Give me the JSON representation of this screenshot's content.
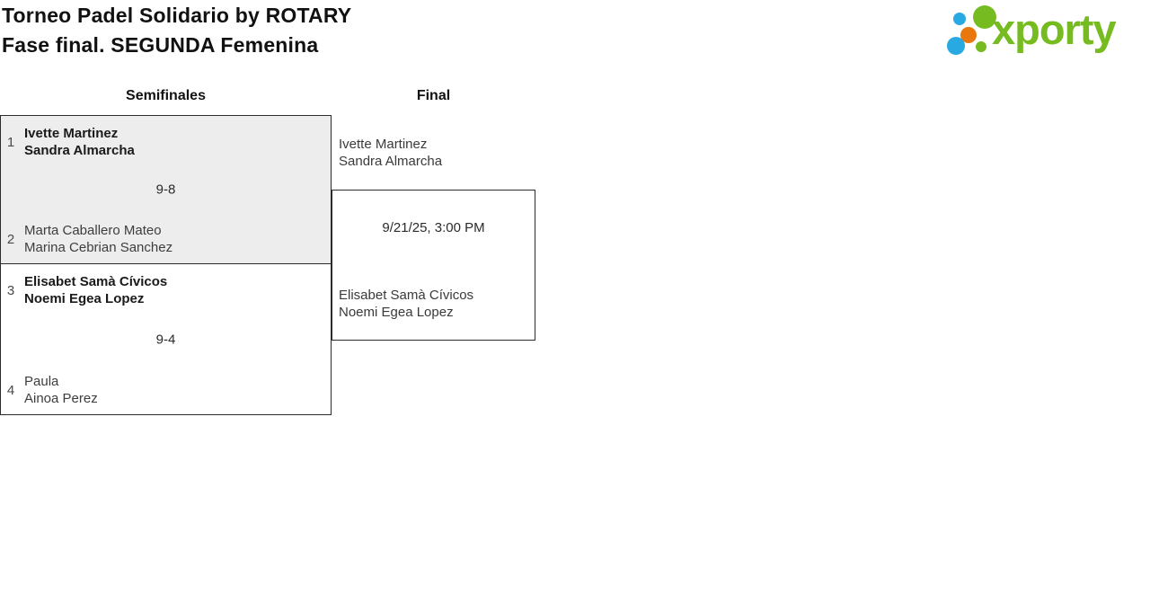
{
  "header": {
    "title_line1": "Torneo Padel Solidario by ROTARY",
    "title_line2": "Fase final. SEGUNDA Femenina"
  },
  "logo": {
    "wordmark": "xporty",
    "colors": {
      "green": "#76BC21",
      "blue": "#29A9E1",
      "orange": "#E8780E"
    }
  },
  "bracket": {
    "round_headers": [
      {
        "label": "Semifinales"
      },
      {
        "label": "Final"
      }
    ],
    "semifinals": [
      {
        "seed_top": "1",
        "team_top_line1": "Ivette Martinez",
        "team_top_line2": "Sandra Almarcha",
        "score": "9-8",
        "seed_bottom": "2",
        "team_bottom_line1": "Marta Caballero Mateo",
        "team_bottom_line2": "Marina Cebrian Sanchez",
        "winner": "top"
      },
      {
        "seed_top": "3",
        "team_top_line1": "Elisabet Samà Cívicos",
        "team_top_line2": "Noemi Egea Lopez",
        "score": "9-4",
        "seed_bottom": "4",
        "team_bottom_line1": "Paula",
        "team_bottom_line2": "Ainoa Perez",
        "winner": "top"
      }
    ],
    "final": {
      "team_top_line1": "Ivette Martinez",
      "team_top_line2": "Sandra Almarcha",
      "schedule": "9/21/25, 3:00 PM",
      "team_bottom_line1": "Elisabet Samà Cívicos",
      "team_bottom_line2": "Noemi Egea Lopez"
    }
  }
}
